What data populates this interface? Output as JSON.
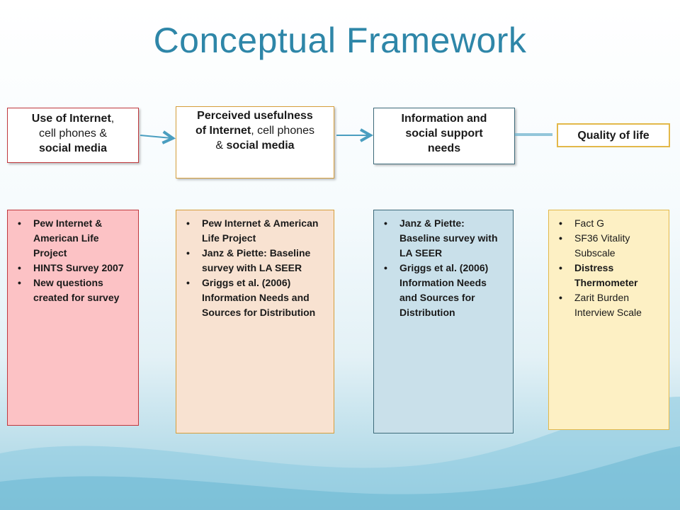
{
  "title": "Conceptual Framework",
  "boxes": [
    {
      "header": {
        "line1_bold": "Use of Internet",
        "line1_rest": ",",
        "line2": "cell phones &",
        "line3": "social media"
      },
      "items": [
        "Pew Internet & American Life Project",
        "HINTS Survey 2007",
        "New questions created for survey"
      ]
    },
    {
      "header": {
        "line1": "Perceived usefulness",
        "line2_bold": "of Internet",
        "line2_rest": ", cell phones",
        "line3_a": "& ",
        "line3_b": "social media"
      },
      "items": [
        "Pew Internet & American Life Project",
        "Janz & Piette: Baseline survey with LA SEER",
        "Griggs et al. (2006) Information Needs and Sources for Distribution"
      ]
    },
    {
      "header": {
        "line1": "Information and",
        "line2": "social support",
        "line3": "needs"
      },
      "items": [
        "Janz & Piette: Baseline survey with LA SEER",
        "Griggs et al. (2006) Information Needs and Sources for Distribution"
      ]
    },
    {
      "header": {
        "line1": "Quality of life"
      },
      "items": [
        "Fact G",
        "SF36 Vitality Subscale",
        "Distress Thermometer",
        "Zarit Burden Interview Scale"
      ]
    }
  ],
  "bullet": "•",
  "colors": {
    "title": "#2e86a8",
    "box1_border": "#c0383d",
    "box1_fill": "#fcc2c5",
    "box2_border": "#d69e3b",
    "box2_fill": "#f8e2d1",
    "box3_border": "#3d6a7a",
    "box3_fill": "#c9e0ea",
    "box4_border": "#e3b84a",
    "box4_fill": "#fdf0c4",
    "arrow": "#4a9ec0"
  }
}
